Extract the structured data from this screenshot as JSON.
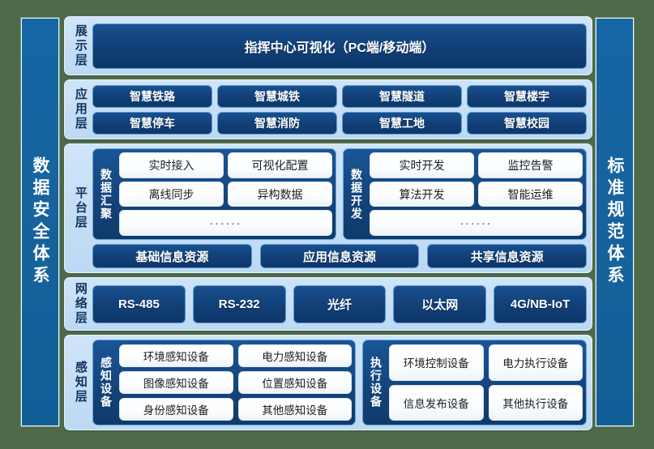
{
  "colors": {
    "background": "#4d6b4a",
    "pillar": "#1466a5",
    "band": "#c6e0f6",
    "navy_box": "#134379",
    "white_box": "#ffffff",
    "label_text": "#10335e"
  },
  "pillars": {
    "left": "数据安全体系",
    "right": "标准规范体系"
  },
  "layers": {
    "display": {
      "label": "展示层",
      "bar": "指挥中心可视化（PC端/移动端）"
    },
    "application": {
      "label": "应用层",
      "rows": [
        [
          "智慧铁路",
          "智慧城铁",
          "智慧隧道",
          "智慧楼宇"
        ],
        [
          "智慧停车",
          "智慧消防",
          "智慧工地",
          "智慧校园"
        ]
      ]
    },
    "platform": {
      "label": "平台层",
      "groups": [
        {
          "label": "数据汇聚",
          "rows": [
            [
              "实时接入",
              "可视化配置"
            ],
            [
              "离线同步",
              "异构数据"
            ]
          ],
          "more": "······"
        },
        {
          "label": "数据开发",
          "rows": [
            [
              "实时开发",
              "监控告警"
            ],
            [
              "算法开发",
              "智能运维"
            ]
          ],
          "more": "······"
        }
      ],
      "resources": [
        "基础信息资源",
        "应用信息资源",
        "共享信息资源"
      ]
    },
    "network": {
      "label": "网络层",
      "items": [
        "RS-485",
        "RS-232",
        "光纤",
        "以太网",
        "4G/NB-IoT"
      ]
    },
    "perception": {
      "label": "感知层",
      "groups": [
        {
          "label": "感知设备",
          "rows": [
            [
              "环境感知设备",
              "电力感知设备"
            ],
            [
              "图像感知设备",
              "位置感知设备"
            ],
            [
              "身份感知设备",
              "其他感知设备"
            ]
          ]
        },
        {
          "label": "执行设备",
          "rows": [
            [
              "环境控制设备",
              "电力执行设备"
            ],
            [
              "信息发布设备",
              "其他执行设备"
            ]
          ]
        }
      ]
    }
  }
}
